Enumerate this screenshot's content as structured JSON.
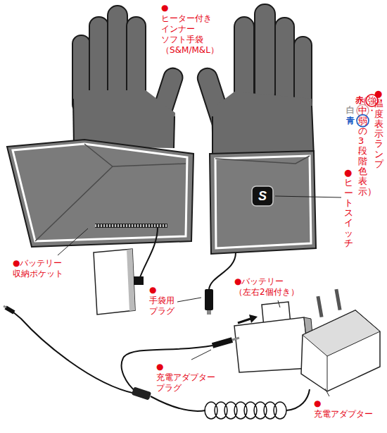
{
  "diagram": {
    "labels": [
      "●ヒーター付き インナー ソフト手袋 （S&M/M&L）",
      "●温度表示ランプ",
      "（強・中・弱の3段階色表示）",
      "赤",
      "白",
      "青",
      "●ヒートスイッチ",
      "S",
      "●バッテリー 収納ポケット",
      "●手袋用 プラグ",
      "●バッテリー （左右2個付き）",
      "●充電アダプター プラグ",
      "●充電アダプター"
    ]
  }
}
